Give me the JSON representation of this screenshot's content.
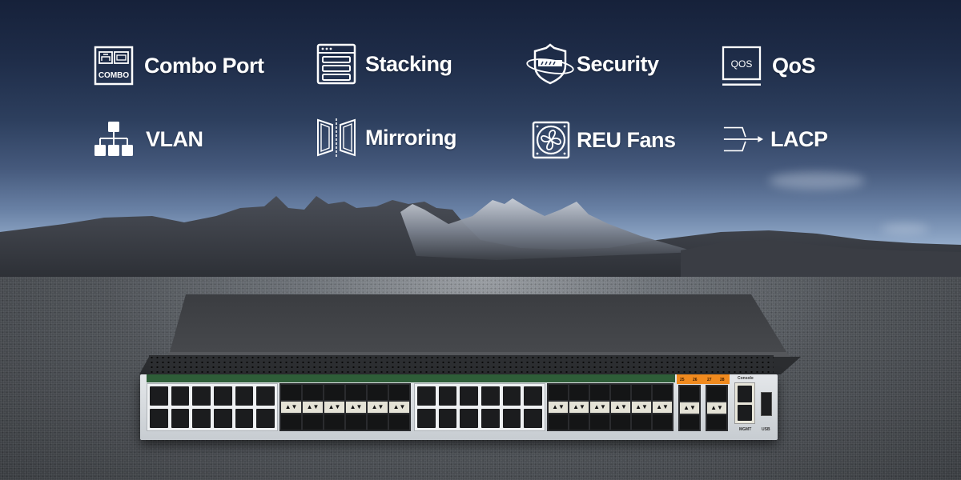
{
  "features": [
    {
      "id": "combo-port",
      "label": "Combo Port",
      "icon": "combo-port-icon",
      "icon_text": "COMBO"
    },
    {
      "id": "stacking",
      "label": "Stacking",
      "icon": "stacking-icon"
    },
    {
      "id": "security",
      "label": "Security",
      "icon": "security-shield-icon"
    },
    {
      "id": "qos",
      "label": "QoS",
      "icon": "qos-monitor-icon",
      "icon_text": "QOS"
    },
    {
      "id": "vlan",
      "label": "VLAN",
      "icon": "vlan-hierarchy-icon"
    },
    {
      "id": "mirroring",
      "label": "Mirroring",
      "icon": "mirroring-icon"
    },
    {
      "id": "reu-fans",
      "label": "REU Fans",
      "icon": "fan-icon"
    },
    {
      "id": "lacp",
      "label": "LACP",
      "icon": "lacp-aggregation-icon"
    }
  ],
  "switch": {
    "sfp_arrows": "▲▼",
    "uplink_ports": [
      "25",
      "26",
      "27",
      "28"
    ],
    "console_label": "Console",
    "mgmt_label": "MGMT",
    "usb_label": "USB"
  },
  "colors": {
    "text": "#ffffff",
    "uplink_accent": "#f08a1e",
    "status_bar": "#2e5e38"
  }
}
